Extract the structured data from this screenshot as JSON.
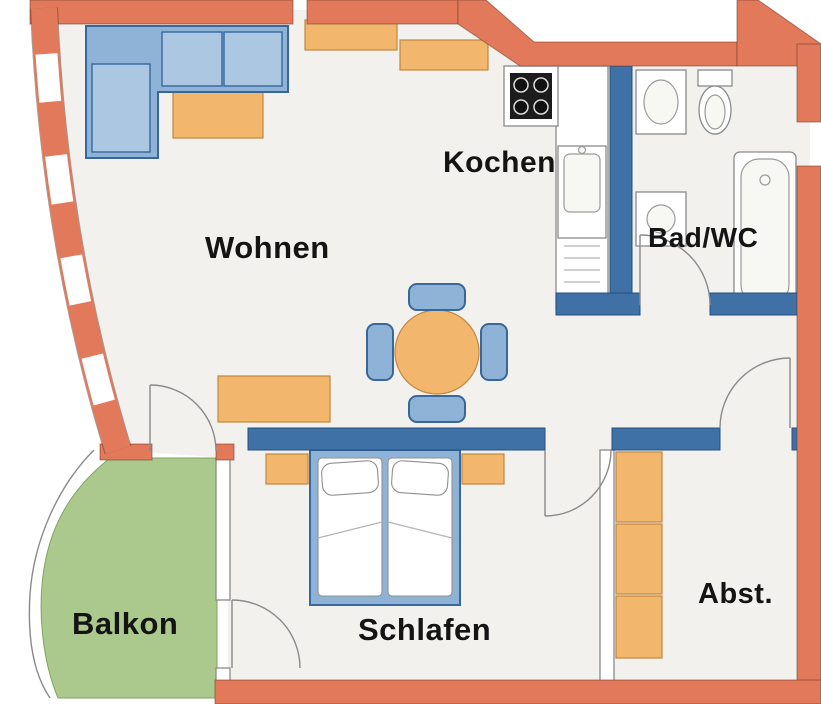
{
  "rooms": {
    "wohnen": {
      "label": "Wohnen"
    },
    "kochen": {
      "label": "Kochen"
    },
    "bad": {
      "label": "Bad/WC"
    },
    "schlafen": {
      "label": "Schlafen"
    },
    "abstellraum": {
      "label": "Abst."
    },
    "balkon": {
      "label": "Balkon"
    }
  },
  "colors": {
    "exterior_wall": "#e2795b",
    "interior_wall": "#3f70a6",
    "floor": "#f2f1ee",
    "balcony": "#abc98c",
    "furniture_wood": "#f2b66d",
    "upholstery": "#8fb3d6",
    "cooktop": "#1c1c1c",
    "label_text": "#141414"
  }
}
